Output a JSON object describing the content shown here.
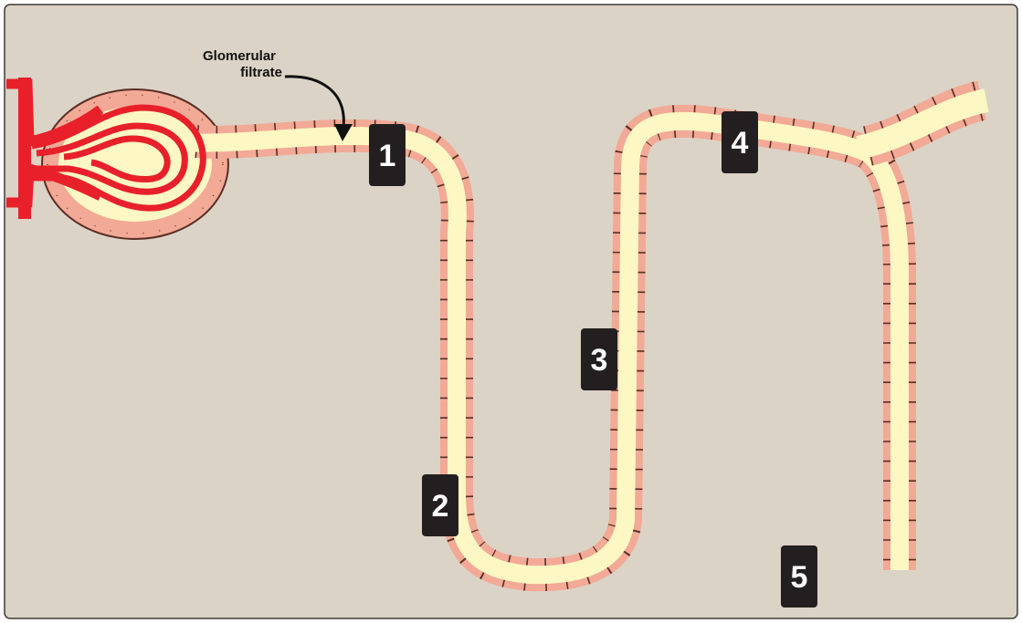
{
  "colors": {
    "background": "#dbd3c6",
    "frame": "#3a3a3a",
    "lumen": "#fdf7c3",
    "cell_fill": "#f2a996",
    "cell_outline": "#5a2e24",
    "vessel": "#e8202a",
    "marker_fill": "#231f20",
    "marker_text": "#ffffff"
  },
  "icons": {
    "arrow": "curved-arrow-icon"
  },
  "annotation": {
    "line1": "Glomerular",
    "line2": "filtrate"
  },
  "markers": [
    "1",
    "2",
    "3",
    "4",
    "5"
  ]
}
